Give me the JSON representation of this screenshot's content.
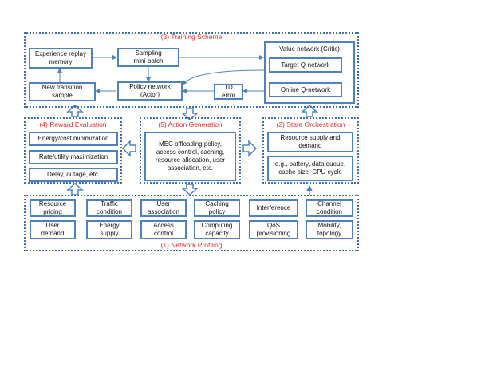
{
  "training": {
    "title": "(3) Training Scheme",
    "experience_replay": "Experience replay\nmemory",
    "sampling": "Sampling\nmini-batch",
    "new_transition": "New transition\nsample",
    "policy_network": "Policy network\n(Actor)",
    "td_error": "TD error",
    "value_network": "Value network (Critic)",
    "target_q": "Target Q-network",
    "online_q": "Online Q-network"
  },
  "reward": {
    "title": "(4) Reward Evaluation",
    "items": [
      "Energy/cost minimization",
      "Rate/utility maximization",
      "Delay, outage, etc."
    ]
  },
  "action": {
    "title": "(5) Action Generation",
    "text": "MEC offloading policy,\naccess control, caching,\nresource allocation, user\nassociation, etc."
  },
  "state": {
    "title": "(2) State Orchestration",
    "resource": "Resource supply and\ndemand",
    "details": "e.g., battery, data queue,\ncache size, CPU cycle"
  },
  "profiling": {
    "title": "(1) Network Profiling",
    "row1": [
      "Resource\npricing",
      "Traffic\ncondition",
      "User\nassociation",
      "Caching\npolicy",
      "Interference",
      "Channel\ncondition"
    ],
    "row2": [
      "User\ndemand",
      "Energy\nsupply",
      "Access\ncontrol",
      "Computing\ncapacity",
      "QoS\nprovisioning",
      "Mobility,\ntopology"
    ]
  },
  "colors": {
    "border": "#4f81bd",
    "title": "#e03030",
    "dashed": "#3f6fb0"
  }
}
